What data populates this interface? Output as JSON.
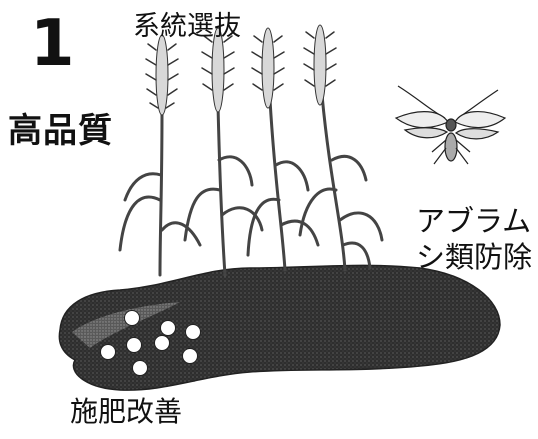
{
  "diagram": {
    "step_number": "1",
    "labels": {
      "quality": "高品質",
      "selection": "系統選抜",
      "aphid_line1": "アブラム",
      "aphid_line2": "シ類防除",
      "fertilizer": "施肥改善"
    },
    "colors": {
      "soil": "#3a3a3a",
      "plant": "#4a4a4a",
      "text": "#111111"
    },
    "icons": [
      "wheat-plant-icon",
      "aphid-insect-icon",
      "fertilizer-pellet-icon"
    ]
  }
}
